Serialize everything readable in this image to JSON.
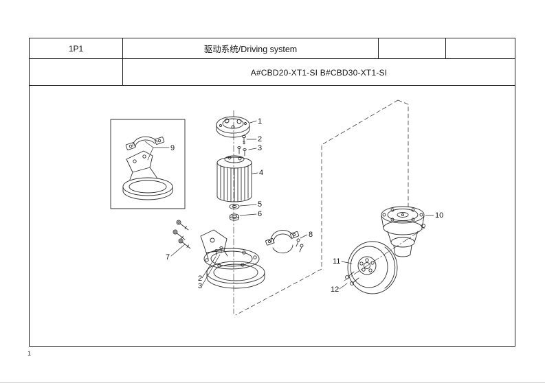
{
  "header": {
    "doc_code": "1P1",
    "title": "驱动系统/Driving system",
    "model_line": "A#CBD20-XT1-SI B#CBD30-XT1-SI"
  },
  "footer": {
    "page_number": "1"
  },
  "diagram": {
    "callouts": [
      "1",
      "2",
      "3",
      "4",
      "5",
      "6",
      "7",
      "8",
      "9",
      "10",
      "11",
      "12",
      "2",
      "3"
    ]
  }
}
